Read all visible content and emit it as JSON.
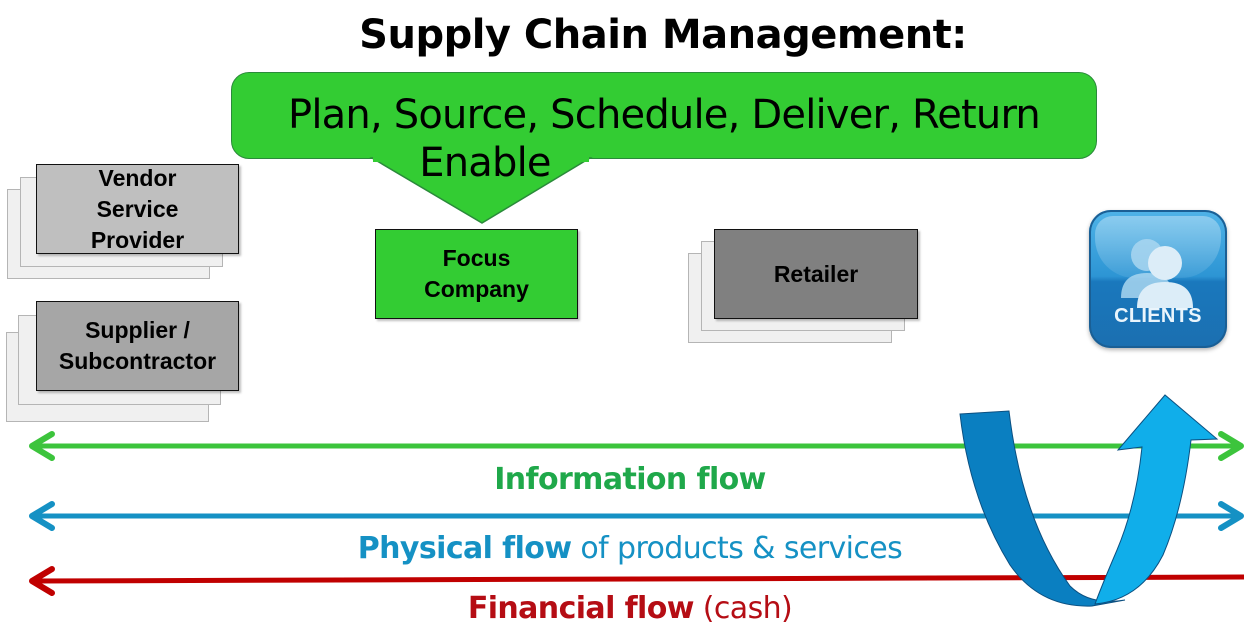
{
  "title": "Supply Chain Management:",
  "callout": {
    "line1": "Plan, Source, Schedule, Deliver, Return",
    "line2": "Enable",
    "color": "#33cc33"
  },
  "entities": {
    "vendor": {
      "label": "Vendor\nService\nProvider",
      "color": "#bfbfbf"
    },
    "supplier": {
      "label": "Supplier /\nSubcontractor",
      "color": "#a6a6a6"
    },
    "focus": {
      "label": "Focus\nCompany",
      "color": "#33cc33"
    },
    "retailer": {
      "label": "Retailer",
      "color": "#808080"
    },
    "clients": {
      "label": "CLIENTS",
      "icon": "users-icon"
    }
  },
  "flows": {
    "information": {
      "bold": "Information flow",
      "rest": "",
      "color": "#1fa84a",
      "line_color": "#3cc43c",
      "direction": "both"
    },
    "physical": {
      "bold": "Physical flow",
      "rest": " of products & services",
      "color": "#1591c4",
      "line_color": "#1591c4",
      "direction": "both"
    },
    "financial": {
      "bold": "Financial flow",
      "rest": " (cash)",
      "color": "#b50d14",
      "line_color": "#c00000",
      "direction": "left"
    }
  },
  "return_arrow": {
    "icon": "u-turn-arrow-icon",
    "color_back": "#0a7fc1",
    "color_front": "#10aeea"
  }
}
